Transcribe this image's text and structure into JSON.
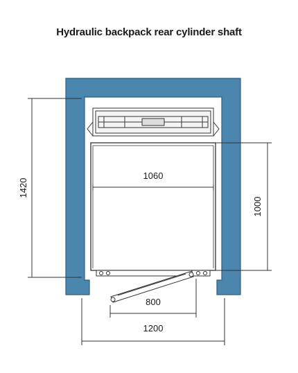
{
  "title": "Hydraulic backpack rear cylinder shaft",
  "dimensions": {
    "shaft_depth": "1420",
    "car_width": "1060",
    "car_depth": "1000",
    "door_width": "800",
    "shaft_width": "1200"
  },
  "colors": {
    "wall_fill": "#4a86ad",
    "wall_stroke": "#2e5f80",
    "line": "#333333"
  }
}
